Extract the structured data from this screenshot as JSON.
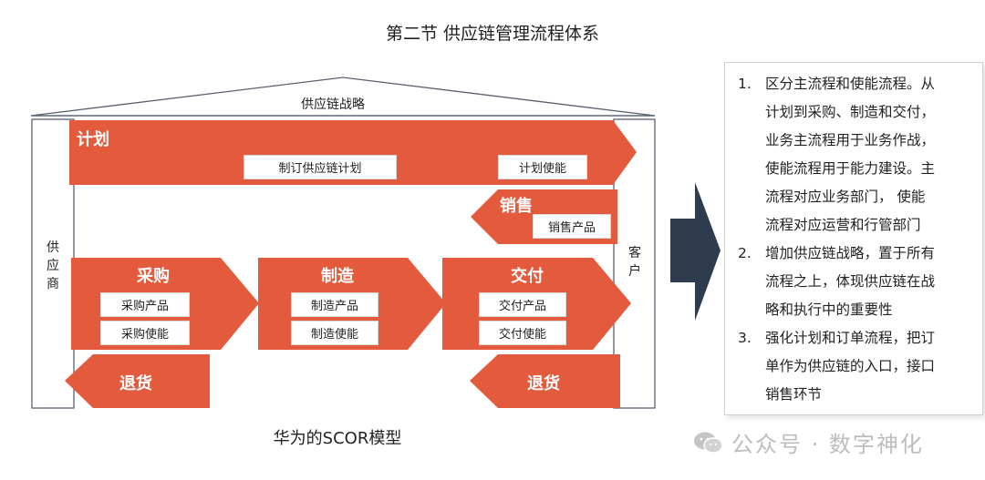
{
  "title": "第二节 供应链管理流程体系",
  "roof_label": "供应链战略",
  "left_side_label": [
    "供",
    "应",
    "商"
  ],
  "right_side_label": [
    "客",
    "户"
  ],
  "plan": {
    "label": "计划",
    "boxes": [
      "制订供应链计划",
      "计划使能"
    ]
  },
  "sales": {
    "label": "销售",
    "boxes": [
      "销售产品"
    ]
  },
  "source": {
    "label": "采购",
    "boxes": [
      "采购产品",
      "采购使能"
    ]
  },
  "make": {
    "label": "制造",
    "boxes": [
      "制造产品",
      "制造使能"
    ]
  },
  "deliver": {
    "label": "交付",
    "boxes": [
      "交付产品",
      "交付使能"
    ]
  },
  "return_left": {
    "label": "退货"
  },
  "return_right": {
    "label": "退货"
  },
  "caption": "华为的SCOR模型",
  "notes": [
    {
      "num": "1.",
      "lines": [
        "区分主流程和使能流程。从",
        "计划到采购、制造和交付，",
        "业务主流程用于业务作战，",
        "使能流程用于能力建设。主",
        "流程对应业务部门， 使能",
        "流程对应运营和行管部门"
      ]
    },
    {
      "num": "2.",
      "lines": [
        "增加供应链战略，置于所有",
        "流程之上，体现供应链在战",
        "略和执行中的重要性"
      ]
    },
    {
      "num": "3.",
      "lines": [
        "强化计划和订单流程，把订",
        "单作为供应链的入口，接口",
        "销售环节"
      ]
    }
  ],
  "watermark": "公众号 · 数字神化",
  "colors": {
    "process": "#e45a3d",
    "arrow": "#2f3b4e",
    "frame": "#5a6070"
  },
  "icons": [
    "wechat-icon"
  ]
}
